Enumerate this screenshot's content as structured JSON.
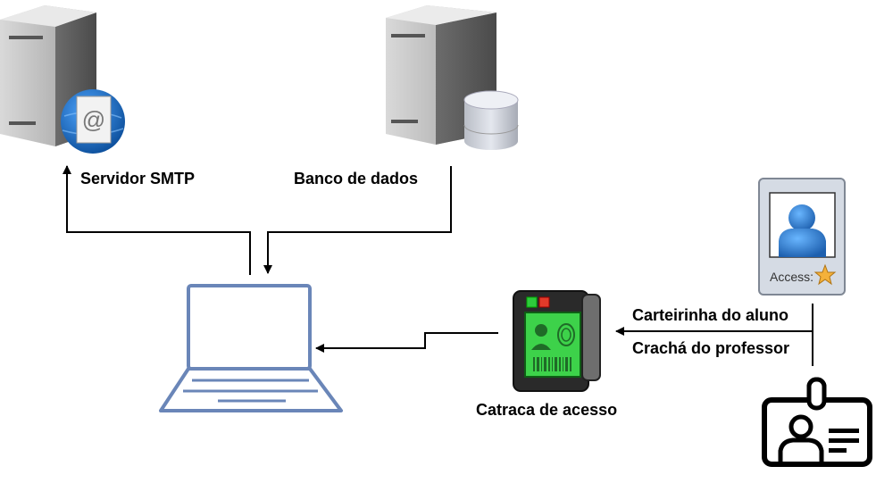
{
  "labels": {
    "smtp_server": "Servidor SMTP",
    "database": "Banco de dados",
    "student_card": "Carteirinha do aluno",
    "teacher_badge": "Crachá do professor",
    "turnstile": "Catraca de acesso"
  },
  "card": {
    "access_text": "Access:",
    "email_symbol": "@"
  },
  "colors": {
    "server_gray": "#8e8e8e",
    "globe_blue": "#1a72c7",
    "laptop_blue": "#6a86b8",
    "person_blue": "#2f7fd4",
    "scanner_green": "#3dd24a",
    "star": "#f4b13a"
  }
}
